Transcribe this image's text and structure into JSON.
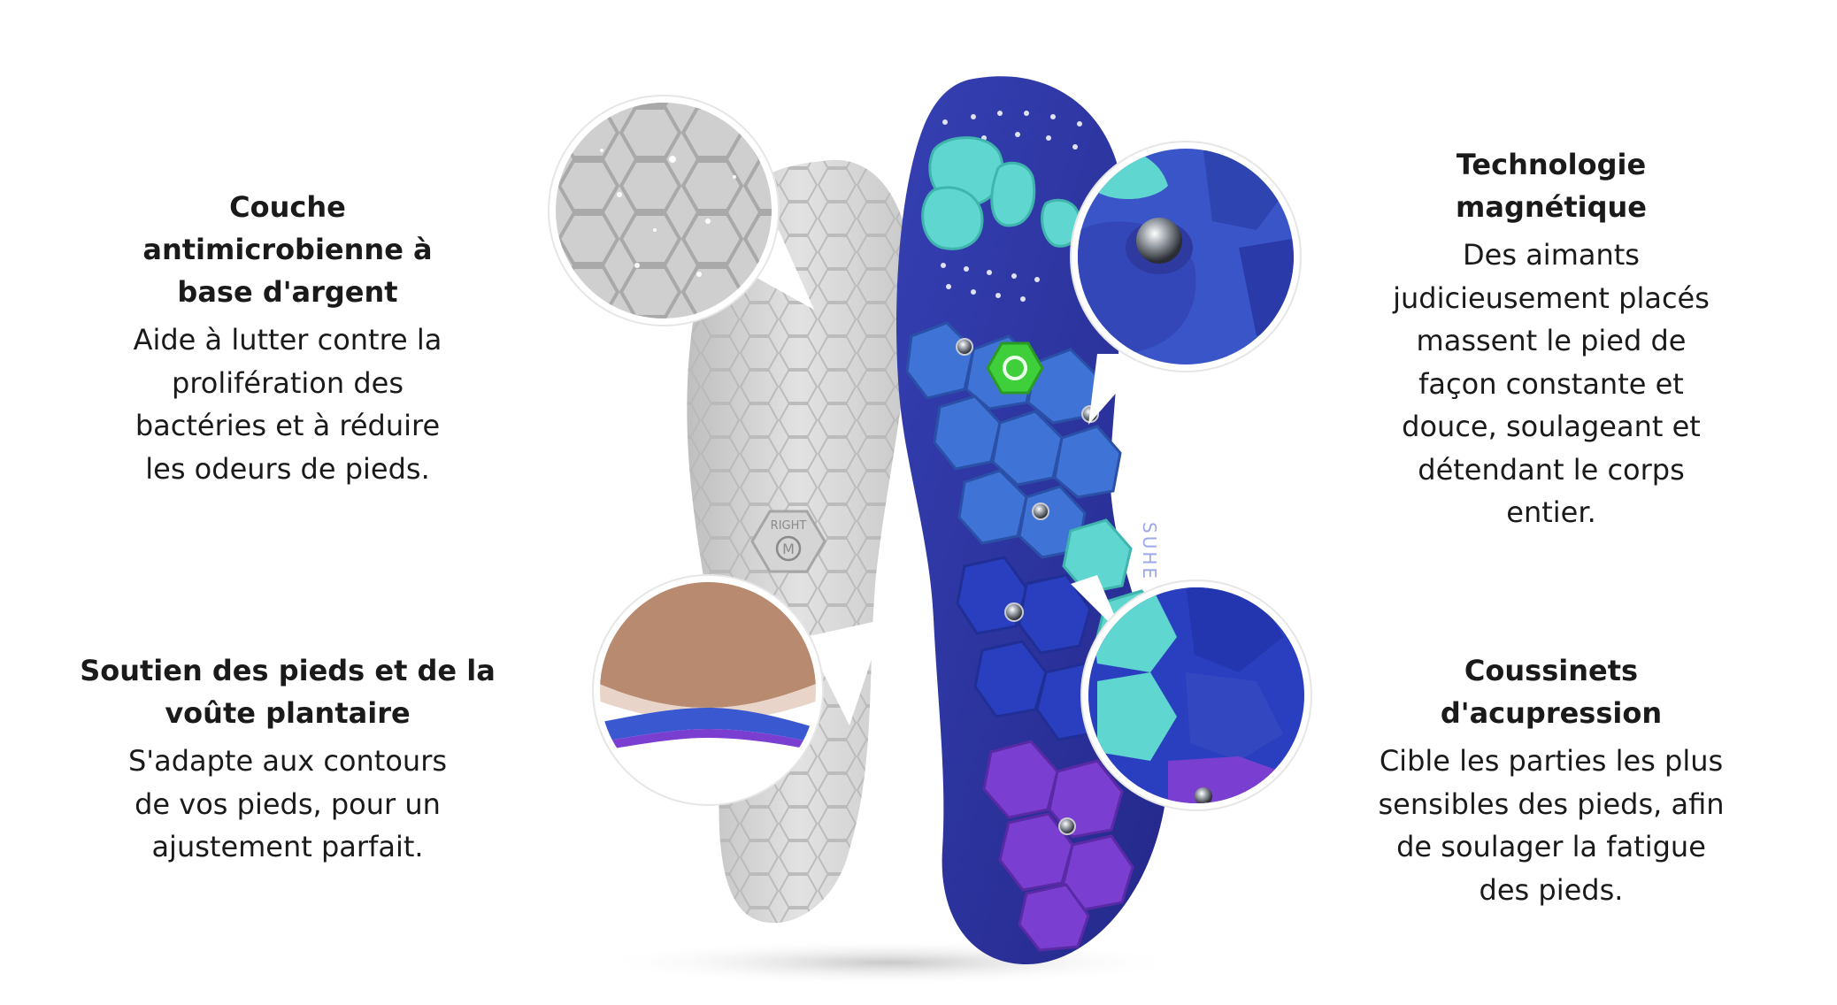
{
  "features": {
    "top_left": {
      "title": "Couche antimicrobienne à base d'argent",
      "description": "Aide à lutter contre la prolifération des bactéries et à réduire les odeurs de pieds."
    },
    "bottom_left": {
      "title": "Soutien des pieds et de la voûte plantaire",
      "description": "S'adapte aux contours de vos pieds, pour un ajustement parfait."
    },
    "top_right": {
      "title": "Technologie magnétique",
      "description": "Des aimants judicieusement placés massent le pied de façon constante et douce, soulageant et détendant le corps entier."
    },
    "bottom_right": {
      "title": "Coussinets d'acupression",
      "description": "Cible les parties les plus sensibles des pieds, afin de soulager la fatigue des pieds."
    }
  },
  "insole": {
    "brand": "SUHE",
    "side": "RIGHT",
    "size": "M"
  },
  "colors": {
    "insole_blue": "#2d35a0",
    "insole_gray": "#dcdcdc",
    "pad_cyan": "#5fd6cf",
    "pad_blue": "#3f73d6",
    "pad_purple": "#7a3fd0",
    "center_green": "#3fcf3a"
  },
  "icons": [
    "magnet-icon",
    "silver-layer-icon",
    "arch-support-icon",
    "acupressure-icon"
  ]
}
